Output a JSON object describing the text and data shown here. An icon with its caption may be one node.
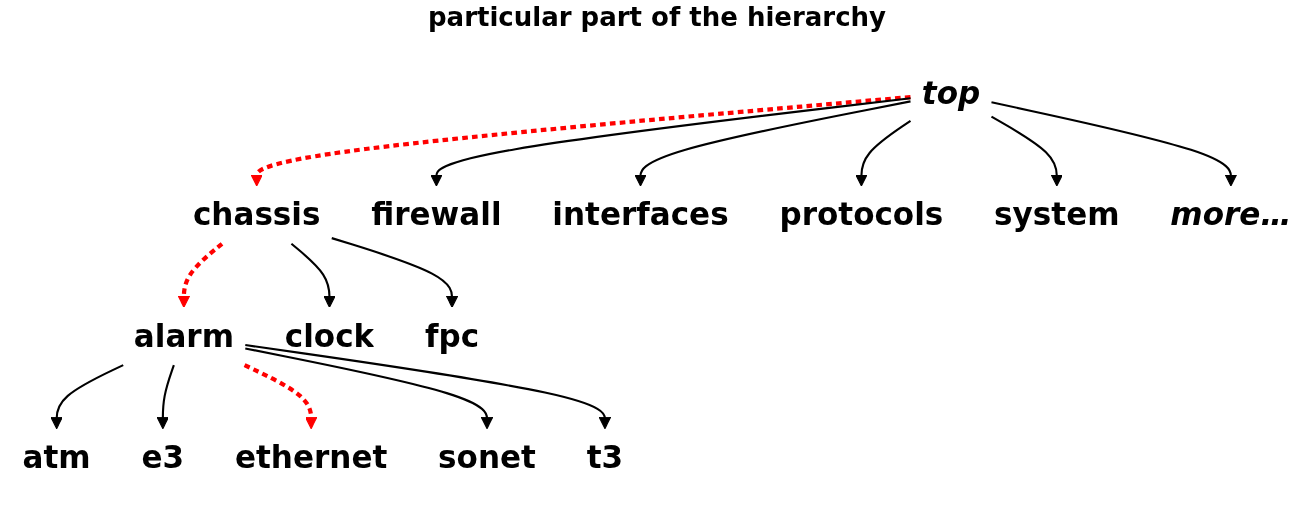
{
  "diagram": {
    "title": "particular part of the hierarchy",
    "nodes": [
      {
        "text": [
          "top"
        ]
      },
      {
        "text": [
          "chassis"
        ]
      },
      {
        "text": [
          "firewall"
        ]
      },
      {
        "text": [
          "interfaces"
        ]
      },
      {
        "text": [
          "protocols"
        ]
      },
      {
        "text": [
          "system"
        ]
      },
      {
        "text": [
          "more…"
        ]
      },
      {
        "text": [
          "alarm"
        ]
      },
      {
        "text": [
          "clock"
        ]
      },
      {
        "text": [
          "fpc"
        ]
      },
      {
        "text": [
          "atm"
        ]
      },
      {
        "text": [
          "e3"
        ]
      },
      {
        "text": [
          "ethernet"
        ]
      },
      {
        "text": [
          "sonet"
        ]
      },
      {
        "text": [
          "t3"
        ]
      }
    ],
    "edges": [
      {
        "from": 0,
        "to": 1,
        "arrow": "to",
        "style": "dashed",
        "color": "#ff0000"
      },
      {
        "from": 0,
        "to": 2,
        "arrow": "to"
      },
      {
        "from": 0,
        "to": 3,
        "arrow": "to"
      },
      {
        "from": 0,
        "to": 4,
        "arrow": "to"
      },
      {
        "from": 0,
        "to": 5,
        "arrow": "to"
      },
      {
        "from": 0,
        "to": 6,
        "arrow": "to"
      },
      {
        "from": 1,
        "to": 7,
        "arrow": "to",
        "style": "dashed",
        "color": "#ff0000"
      },
      {
        "from": 1,
        "to": 8,
        "arrow": "to"
      },
      {
        "from": 1,
        "to": 9,
        "arrow": "to"
      },
      {
        "from": 7,
        "to": 10,
        "arrow": "to"
      },
      {
        "from": 7,
        "to": 11,
        "arrow": "to"
      },
      {
        "from": 7,
        "to": 12,
        "arrow": "to",
        "style": "dashed",
        "color": "#ff0000"
      },
      {
        "from": 7,
        "to": 13,
        "arrow": "to"
      },
      {
        "from": 7,
        "to": 14,
        "arrow": "to"
      }
    ]
  }
}
